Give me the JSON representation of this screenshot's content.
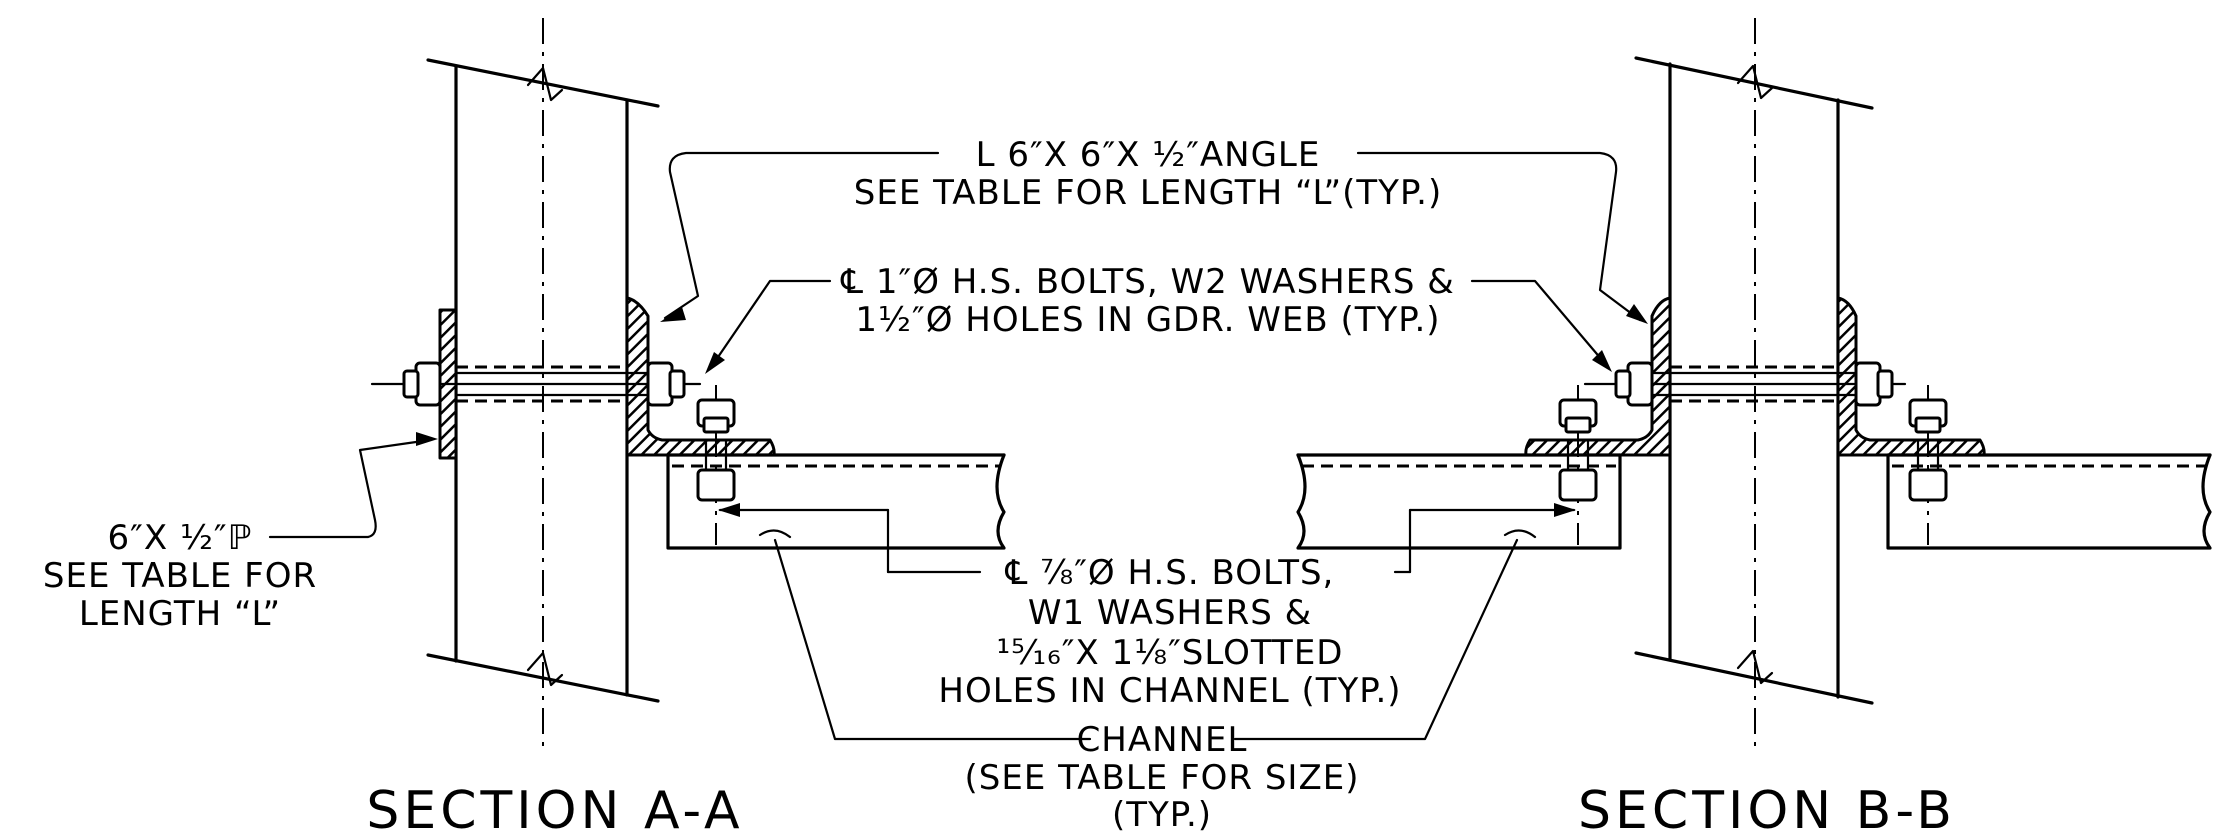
{
  "sections": {
    "left_title": "SECTION A-A",
    "right_title": "SECTION B-B"
  },
  "callouts": {
    "angle": {
      "line1": "L 6″X 6″X ½″ANGLE",
      "line2": "SEE TABLE FOR LENGTH “L”(TYP.)"
    },
    "bolts_girder": {
      "line1": "℄ 1″Ø H.S. BOLTS, W2 WASHERS &",
      "line2": "1½″Ø HOLES IN GDR. WEB (TYP.)"
    },
    "plate": {
      "line1": "6″X ½″ℙ",
      "line2": "SEE TABLE FOR",
      "line3": "LENGTH “L”"
    },
    "bolts_channel": {
      "line1": "℄ ⅞″Ø H.S. BOLTS,",
      "line2": "W1 WASHERS &",
      "line3": "¹⁵⁄₁₆″X 1⅛″SLOTTED",
      "line4": "HOLES IN CHANNEL (TYP.)"
    },
    "channel": {
      "line1": "CHANNEL",
      "line2": "(SEE TABLE FOR SIZE)",
      "line3": "(TYP.)"
    }
  }
}
